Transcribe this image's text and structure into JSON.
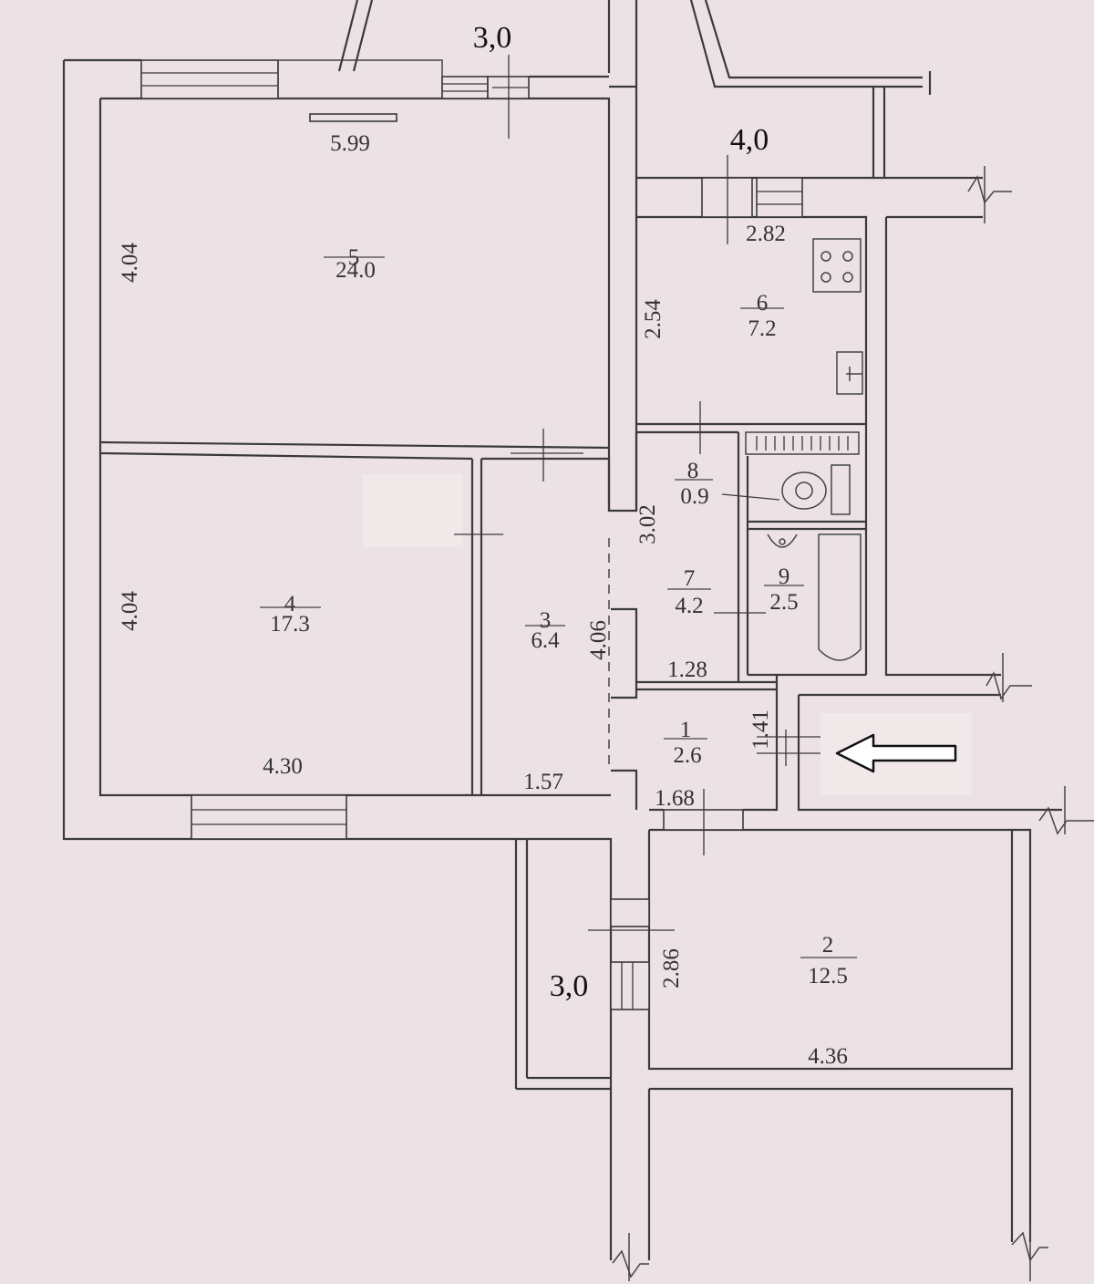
{
  "rooms": [
    {
      "num": "1",
      "area": "2.6"
    },
    {
      "num": "2",
      "area": "12.5"
    },
    {
      "num": "3",
      "area": "6.4"
    },
    {
      "num": "4",
      "area": "17.3"
    },
    {
      "num": "5",
      "area": "24.0"
    },
    {
      "num": "6",
      "area": "7.2"
    },
    {
      "num": "7",
      "area": "4.2"
    },
    {
      "num": "8",
      "area": "0.9"
    },
    {
      "num": "9",
      "area": "2.5"
    }
  ],
  "dimensions": {
    "r5_width": "5.99",
    "r5_depth": "4.04",
    "r4_depth": "4.04",
    "r4_width": "4.30",
    "r3_width": "1.57",
    "r3_depth": "4.06",
    "r6_width": "2.82",
    "r6_depth": "2.54",
    "r7_depth": "3.02",
    "r7_width": "1.28",
    "r1_depth": "1.41",
    "r1_width": "1.68",
    "r2_depth": "2.86",
    "r2_width": "4.36"
  },
  "balconies": {
    "top_left": "3,0",
    "top_right": "4,0",
    "bottom": "3,0"
  },
  "icons": {
    "entrance": "entrance-arrow-icon",
    "stove": "stove-icon",
    "sink": "sink-icon",
    "toilet": "toilet-icon",
    "bathtub": "bathtub-icon",
    "radiator": "radiator-icon"
  }
}
